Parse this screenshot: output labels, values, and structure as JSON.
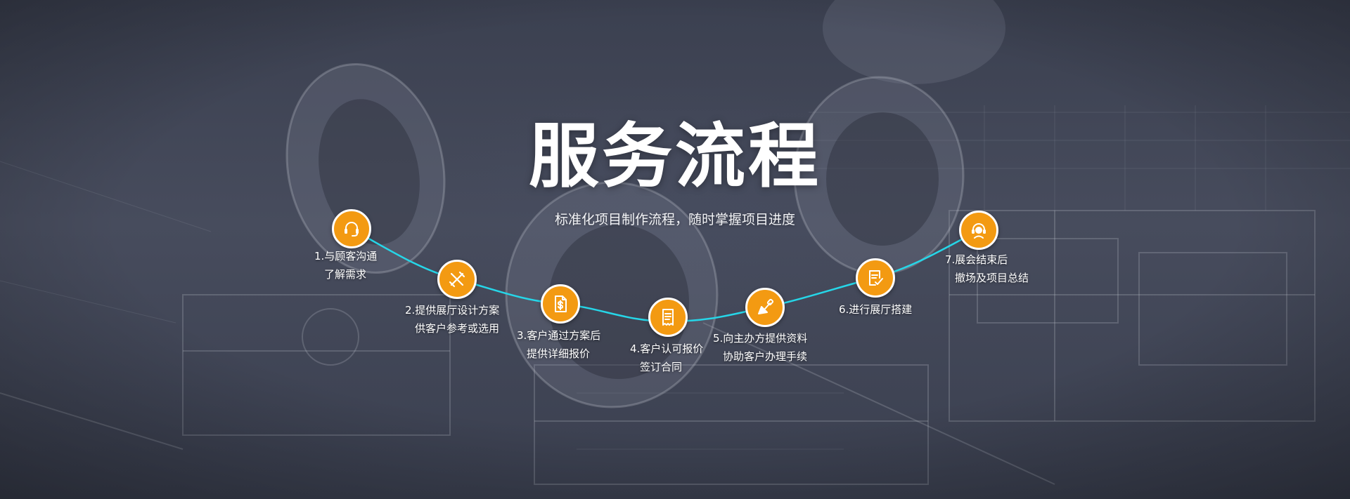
{
  "banner": {
    "title": "服务流程",
    "subtitle": "标准化项目制作流程，随时掌握项目进度"
  },
  "colors": {
    "accent": "#f39a12",
    "curve": "#26d6e8",
    "text": "#ffffff",
    "background": "#424756"
  },
  "steps": [
    {
      "icon": "headset-icon",
      "line1": "1.与顾客沟通",
      "line2": "了解需求"
    },
    {
      "icon": "design-tools-icon",
      "line1": "2.提供展厅设计方案",
      "line2": "供客户参考或选用"
    },
    {
      "icon": "dollar-document-icon",
      "line1": "3.客户通过方案后",
      "line2": "提供详细报价"
    },
    {
      "icon": "receipt-icon",
      "line1": "4.客户认可报价",
      "line2": "签订合同"
    },
    {
      "icon": "trowel-icon",
      "line1": "5.向主办方提供资料",
      "line2": "协助客户办理手续"
    },
    {
      "icon": "checklist-icon",
      "line1": "6.进行展厅搭建",
      "line2": ""
    },
    {
      "icon": "support-agent-icon",
      "line1": "7.展会结束后",
      "line2": "撤场及项目总结"
    }
  ]
}
